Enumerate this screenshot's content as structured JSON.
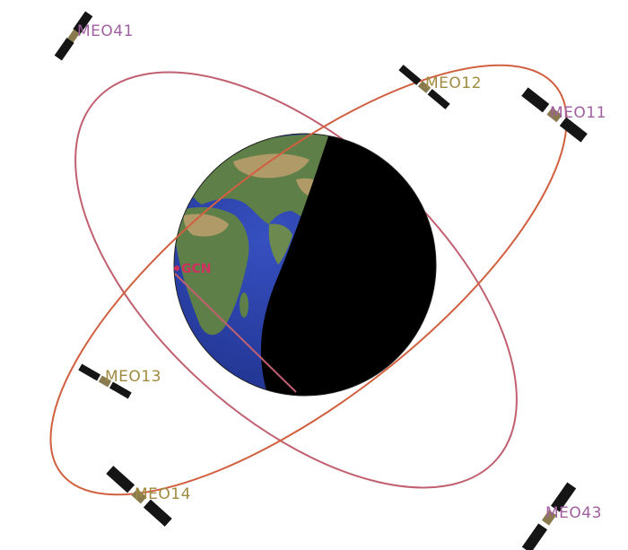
{
  "figure": {
    "satellites": [
      {
        "label": "MEO41",
        "color": "#a060a0"
      },
      {
        "label": "MEO12",
        "color": "#a08a40"
      },
      {
        "label": "MEO11",
        "color": "#a060a0"
      },
      {
        "label": "MEO13",
        "color": "#a08a40"
      },
      {
        "label": "MEO14",
        "color": "#a08a40"
      },
      {
        "label": "MEO43",
        "color": "#a060a0"
      }
    ],
    "ground_station": {
      "label": "GCN",
      "color": "#d03060"
    },
    "colors": {
      "orbit_plane_a": "#c06070",
      "orbit_plane_b": "#d06040",
      "earth_day_ocean": "#2b3fa8",
      "earth_night": "#000000",
      "land_green": "#5f7f48",
      "land_tan": "#b09a68",
      "satellite_panel": "#151515"
    }
  }
}
